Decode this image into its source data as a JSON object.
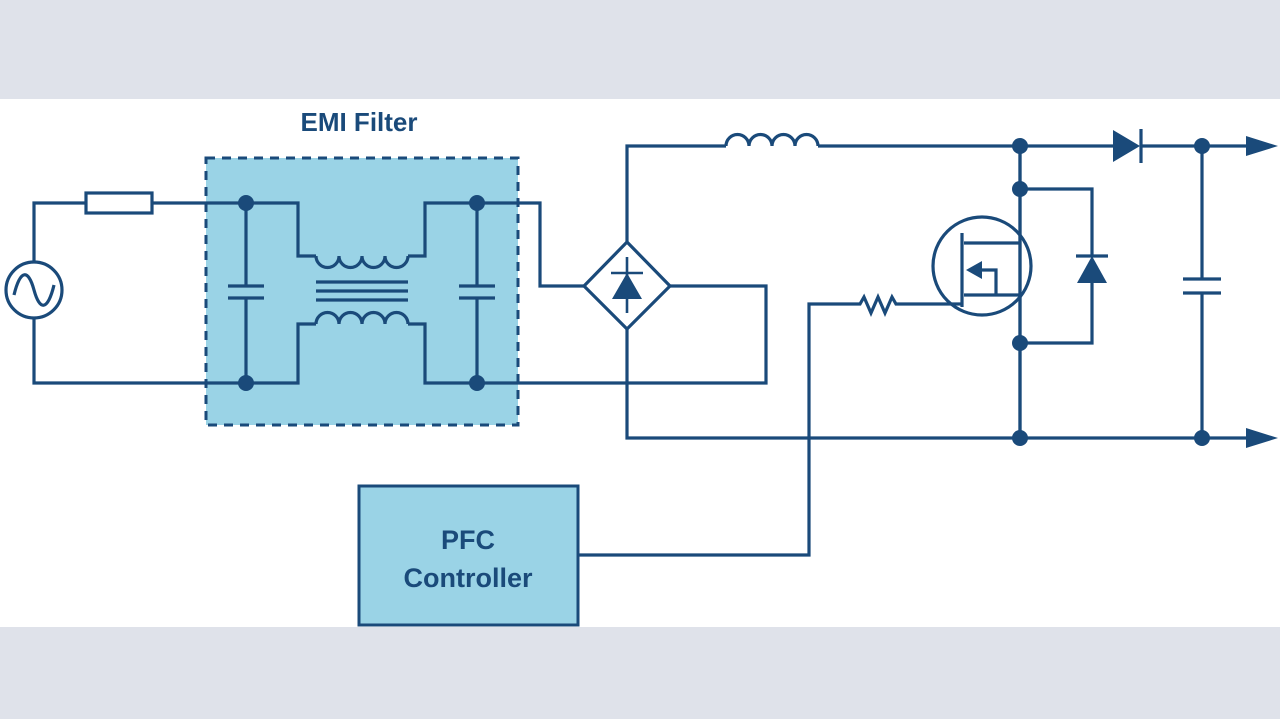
{
  "diagram": {
    "title": "Boost PFC circuit with EMI filter",
    "labels": {
      "emi_filter": "EMI Filter",
      "pfc_line1": "PFC",
      "pfc_line2": "Controller"
    },
    "colors": {
      "wire": "#1a4a7a",
      "filter_fill": "#9ad3e6",
      "controller_fill": "#9ad3e6",
      "background": "#ffffff",
      "frame_band": "#dfe2ea"
    },
    "components": [
      {
        "id": "ac-source",
        "type": "ac-voltage-source"
      },
      {
        "id": "input-resistor",
        "type": "resistor"
      },
      {
        "id": "emi-filter-block",
        "type": "filter-group",
        "label_ref": "labels.emi_filter"
      },
      {
        "id": "x-cap-input",
        "type": "capacitor"
      },
      {
        "id": "common-mode-choke",
        "type": "coupled-inductor"
      },
      {
        "id": "x-cap-output",
        "type": "capacitor"
      },
      {
        "id": "bridge-rectifier",
        "type": "diode-bridge"
      },
      {
        "id": "boost-inductor",
        "type": "inductor"
      },
      {
        "id": "gate-resistor",
        "type": "resistor"
      },
      {
        "id": "power-mosfet",
        "type": "n-channel-mosfet"
      },
      {
        "id": "body-diode",
        "type": "diode"
      },
      {
        "id": "boost-diode",
        "type": "diode"
      },
      {
        "id": "output-capacitor",
        "type": "capacitor"
      },
      {
        "id": "pfc-controller",
        "type": "controller-block",
        "label_ref": "labels.pfc_line1"
      }
    ],
    "outputs": [
      "output-positive",
      "output-negative"
    ]
  }
}
